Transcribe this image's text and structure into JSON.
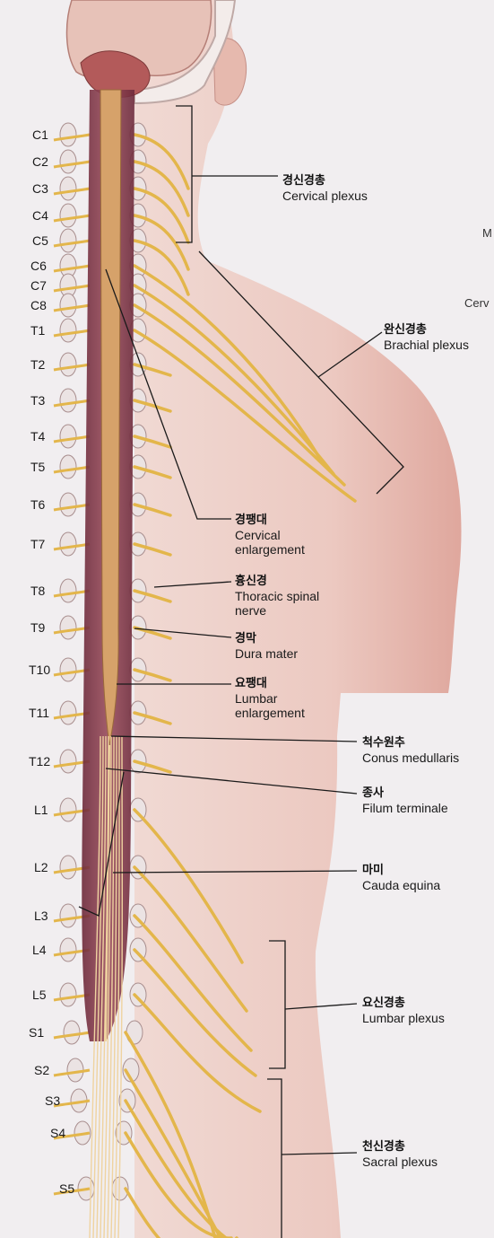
{
  "vertebra_labels": [
    "C1",
    "C2",
    "C3",
    "C4",
    "C5",
    "C6",
    "C7",
    "C8",
    "T1",
    "T2",
    "T3",
    "T4",
    "T5",
    "T6",
    "T7",
    "T8",
    "T9",
    "T10",
    "T11",
    "T12",
    "L1",
    "L2",
    "L3",
    "L4",
    "L5",
    "S1",
    "S2",
    "S3",
    "S4",
    "S5"
  ],
  "annotations": {
    "cervical_plexus": {
      "ko": "경신경총",
      "en": "Cervical plexus"
    },
    "brachial_plexus": {
      "ko": "완신경총",
      "en": "Brachial plexus"
    },
    "cervical_enlargement": {
      "ko": "경팽대",
      "en": "Cervical enlargement"
    },
    "thoracic_spinal_nerve": {
      "ko": "흉신경",
      "en": "Thoracic spinal nerve"
    },
    "dura_mater": {
      "ko": "경막",
      "en": "Dura mater"
    },
    "lumbar_enlargement": {
      "ko": "요팽대",
      "en": "Lumbar enlargement"
    },
    "conus_medullaris": {
      "ko": "척수원추",
      "en": "Conus medullaris"
    },
    "filum_terminale": {
      "ko": "종사",
      "en": "Filum terminale"
    },
    "cauda_equina": {
      "ko": "마미",
      "en": "Cauda equina"
    },
    "lumbar_plexus": {
      "ko": "요신경총",
      "en": "Lumbar plexus"
    },
    "sacral_plexus": {
      "ko": "천신경총",
      "en": "Sacral plexus"
    }
  },
  "edge_fragments": {
    "m": "M",
    "cerv": "Cerv"
  },
  "colors": {
    "skin": "#eccdc6",
    "nerve": "#e3b64b",
    "cord": "#8a3a4a",
    "bone": "#e6dede"
  }
}
